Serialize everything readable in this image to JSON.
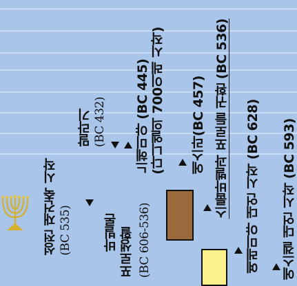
{
  "colors": {
    "background": "#a9c5e9",
    "stripe": "#c9dcf6",
    "babylon_box": "#9a6a3c",
    "jeremiah_box": "#fbf18a",
    "menorah": "#d4b02c"
  },
  "labels": {
    "temple_rebuild": "성전 재건축 시작",
    "temple_rebuild_date": "(BC 535)",
    "babylon_captivity_1": "바빌론",
    "babylon_captivity_2": "포로생활",
    "babylon_captivity_date": "(BC 606-536)",
    "malachi": "말라기",
    "malachi_date": "(BC 432)",
    "nehemiah": "느헤미야 (BC 445)",
    "daniel_700": "(다니엘의 700이레 시작)",
    "ezra": "에스라(BC 457)",
    "return_captives": "스룹바벨과 포로들 귀환 (BC 536)",
    "jeremiah": "예레미야 대언 시작 (BC 628)",
    "ezekiel": "에스겔 대언 시작 (BC 593)"
  },
  "icons": {
    "menorah": "menorah-icon"
  }
}
